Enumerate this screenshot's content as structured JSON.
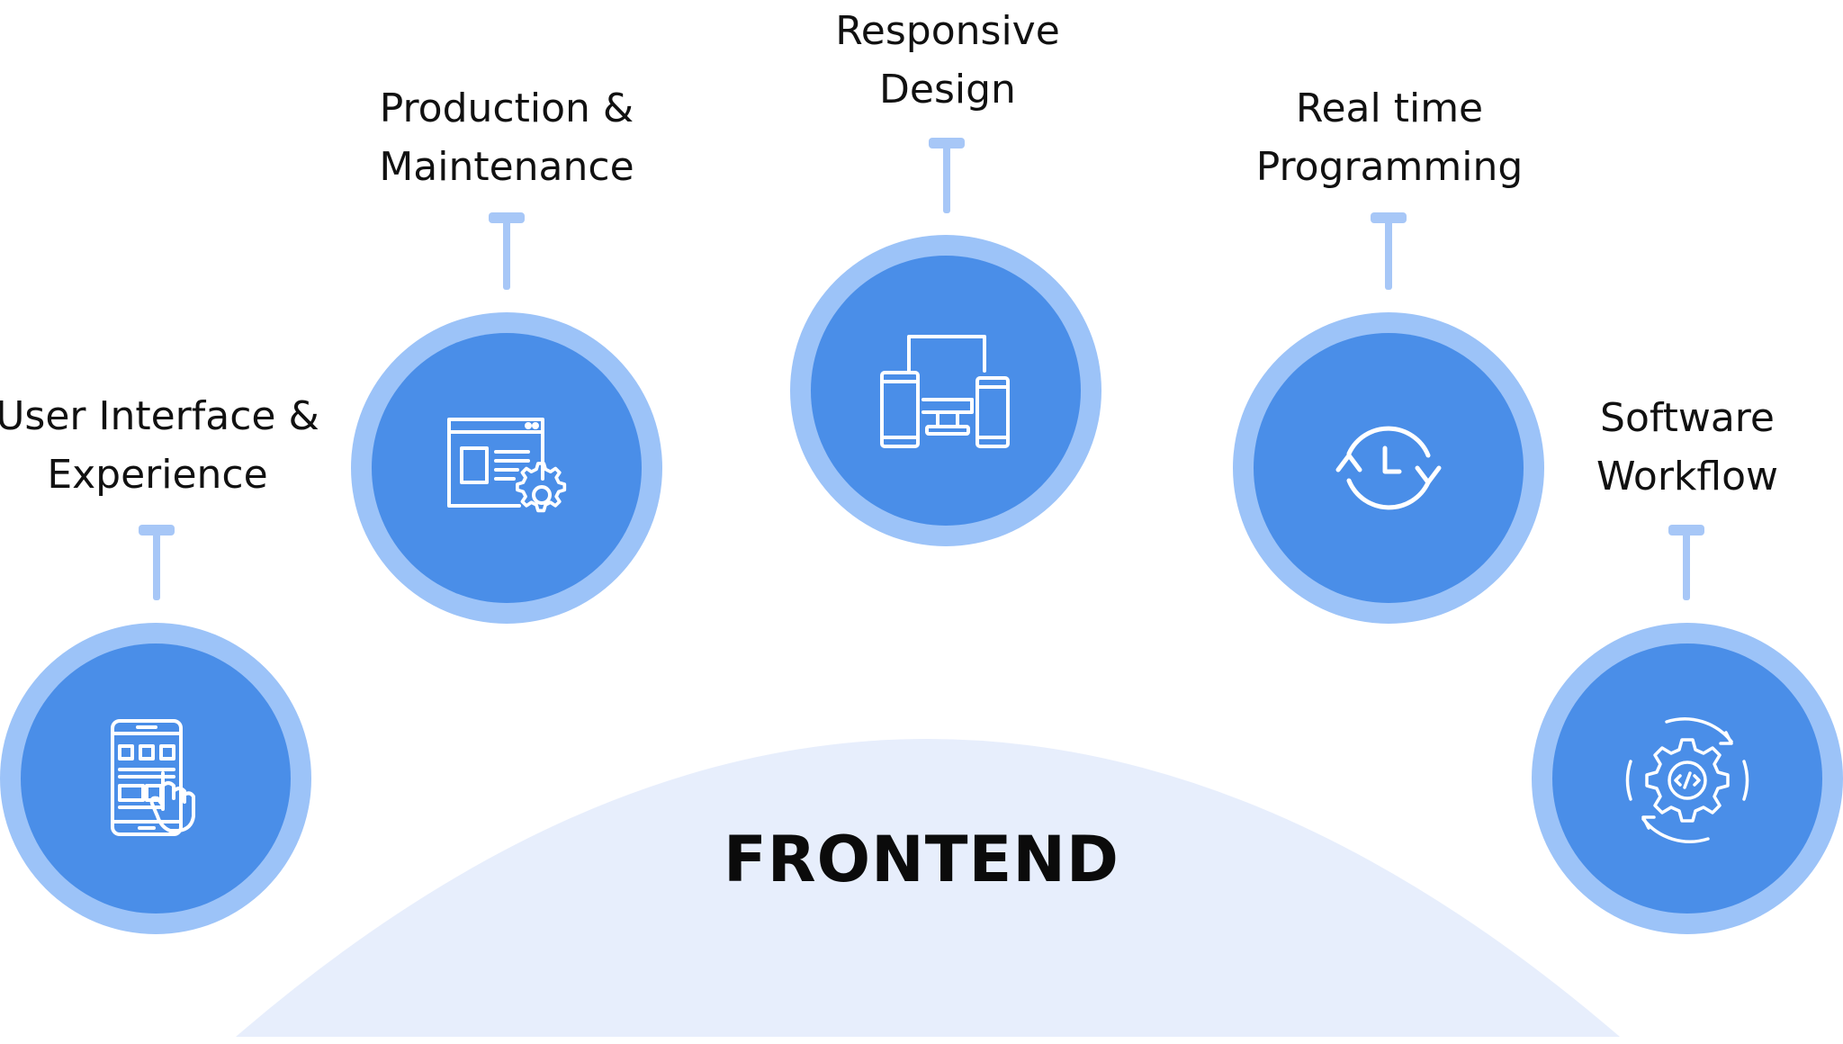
{
  "diagram": {
    "center_label": "FRONTEND",
    "nodes": [
      {
        "id": "ui",
        "line1": "User Interface &",
        "line2": "Experience",
        "icon": "mobile-touch-icon"
      },
      {
        "id": "production",
        "line1": "Production &",
        "line2": "Maintenance",
        "icon": "browser-settings-icon"
      },
      {
        "id": "responsive",
        "line1": "Responsive",
        "line2": "Design",
        "icon": "devices-icon"
      },
      {
        "id": "realtime",
        "line1": "Real time",
        "line2": "Programming",
        "icon": "clock-refresh-icon"
      },
      {
        "id": "workflow",
        "line1": "Software",
        "line2": "Workflow",
        "icon": "code-gear-icon"
      }
    ]
  },
  "colors": {
    "node_ring": "#9cc3f8",
    "node_fill": "#4a8ee8",
    "connector": "#a7c7f7",
    "dome": "#e7eefc",
    "text": "#111111"
  }
}
